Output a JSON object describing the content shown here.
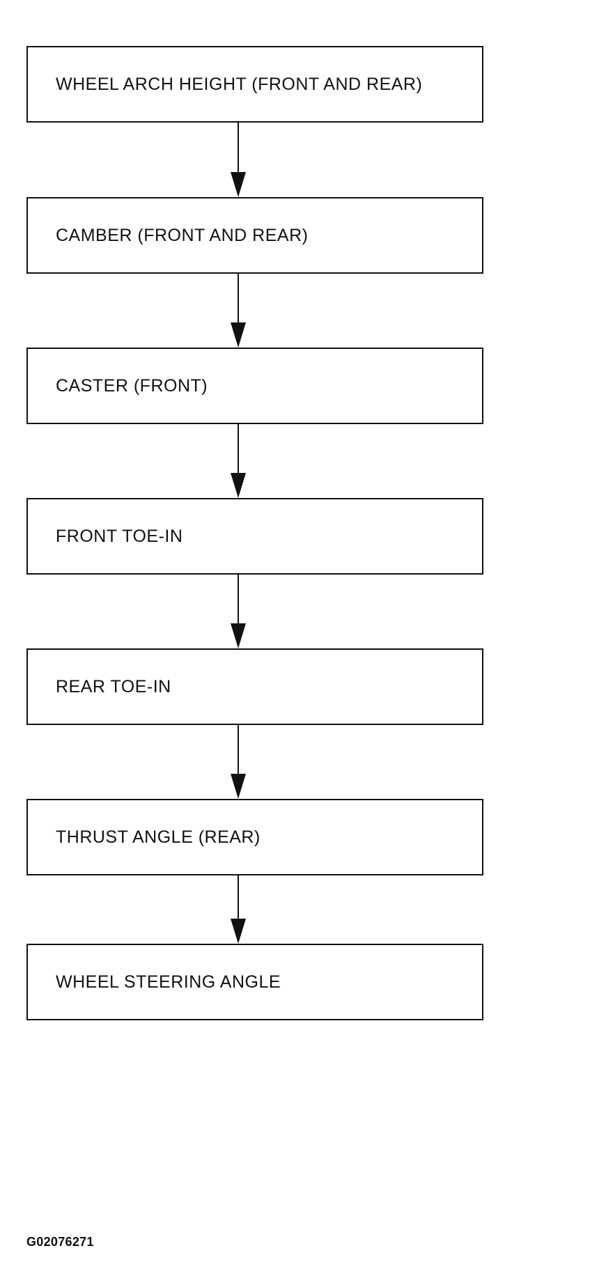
{
  "steps": [
    {
      "label": "WHEEL ARCH HEIGHT (FRONT AND REAR)"
    },
    {
      "label": "CAMBER (FRONT AND REAR)"
    },
    {
      "label": "CASTER (FRONT)"
    },
    {
      "label": "FRONT TOE-IN"
    },
    {
      "label": "REAR TOE-IN"
    },
    {
      "label": "THRUST ANGLE (REAR)"
    },
    {
      "label": "WHEEL STEERING ANGLE"
    }
  ],
  "figure_id": "G02076271",
  "colors": {
    "line": "#111111",
    "background": "#ffffff"
  }
}
